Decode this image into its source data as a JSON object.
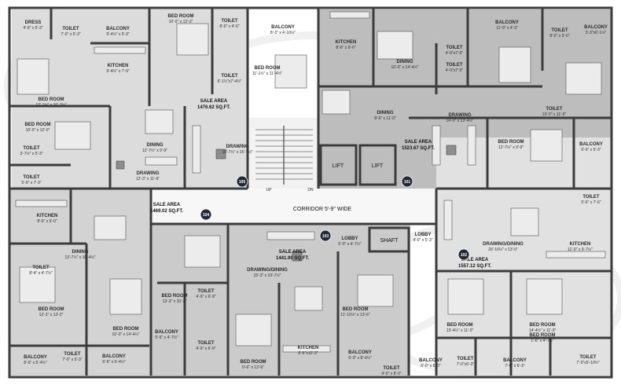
{
  "units": [
    {
      "no": "105",
      "area": "1476.62 SQ.FT."
    },
    {
      "no": "101",
      "area": "1523.67 SQ.FT."
    },
    {
      "no": "104",
      "area": "1469.02 SQ.FT."
    },
    {
      "no": "103",
      "area": "1441.90 SQ.FT."
    },
    {
      "no": "102",
      "area": "1557.12 SQ.FT."
    }
  ],
  "sale_area_label": "SALE AREA",
  "core": {
    "corridor": "CORRIDOR 5'-9\" WIDE",
    "lift_a": "LIFT",
    "lift_b": "LIFT",
    "shaft": "SHAFT",
    "up": "UP",
    "dn": "DN"
  },
  "rooms": [
    {
      "label": "DRESS",
      "dim": "4'-9\" x 5'-3\""
    },
    {
      "label": "TOILET",
      "dim": "7'-0\" x 5'-3\""
    },
    {
      "label": "BALCONY",
      "dim": "9'-4½\" x 5'-3\""
    },
    {
      "label": "BED ROOM",
      "dim": "10'-0\" x 12'-3\""
    },
    {
      "label": "TOILET",
      "dim": "8'-0\" x 4'-6\""
    },
    {
      "label": "BALCONY",
      "dim": "8'-3\" x 4'-10½\""
    },
    {
      "label": "KITCHEN",
      "dim": "8'-6\" x 9'-6\""
    },
    {
      "label": "DINING",
      "dim": "10'-6\" x 14'-4½\""
    },
    {
      "label": "BALCONY",
      "dim": "11'-9\" x 4'-3\""
    },
    {
      "label": "TOILET",
      "dim": "8'-0\" x 5'-0\""
    },
    {
      "label": "BALCONY",
      "dim": "5'-3\"x6'-1½\""
    },
    {
      "label": "KITCHEN",
      "dim": "9'-4½\" x 7'-9\""
    },
    {
      "label": "TOILET",
      "dim": "4'-9\"x7'-0\""
    },
    {
      "label": "BED ROOM",
      "dim": "11'-1½\" x 11'-4½\""
    },
    {
      "label": "TOILET",
      "dim": "4'-9\"x7'-0\""
    },
    {
      "label": "BED ROOM",
      "dim": "12'-1½\" x 10'-7½\""
    },
    {
      "label": "TOILET",
      "dim": "6'-1½\"x7'-4½\""
    },
    {
      "label": "DINING",
      "dim": "8'-6\" x 11'-0\""
    },
    {
      "label": "DRAWING",
      "dim": "14'-0\" x 13'-4½\""
    },
    {
      "label": "TOILET",
      "dim": "10'-0\" x 11'-9\""
    },
    {
      "label": "BED ROOM",
      "dim": "10'-0\" x 12'-0\""
    },
    {
      "label": "DINING",
      "dim": "12'-7½\" x 9'-9\""
    },
    {
      "label": "DRAWING",
      "dim": "10'-7½\" x 15'-7½\""
    },
    {
      "label": "TOILET",
      "dim": "3'-7½\" x 5'-3\""
    },
    {
      "label": "BED ROOM",
      "dim": "12'-7½\" x 9'-9\""
    },
    {
      "label": "BALCONY",
      "dim": "6'-9\" x 5'-3\""
    },
    {
      "label": "TOILET",
      "dim": "5'-0\" x 7'-3\""
    },
    {
      "label": "DRAWING",
      "dim": "12'-3\" x 11'-6\""
    },
    {
      "label": "KITCHEN",
      "dim": "8'-9\" x 9'-0\""
    },
    {
      "label": "TOILET",
      "dim": "5'-6\" x 7'-6\""
    },
    {
      "label": "DINING",
      "dim": "13'-7½\" x 10'-4½\""
    },
    {
      "label": "LOBBY",
      "dim": "5'-0\" x 4'-7½\""
    },
    {
      "label": "LOBBY",
      "dim": "4'-0\" x 5'-3\""
    },
    {
      "label": "DRAWING/DINING",
      "dim": "15'-3\" x 10'-7½\""
    },
    {
      "label": "DRAWING/DINING",
      "dim": "20'-10½\" x 13'-0\""
    },
    {
      "label": "KITCHEN",
      "dim": "11'-0\" x 9'-7½\""
    },
    {
      "label": "TOILET",
      "dim": "8'-4\" x 4'-7½\""
    },
    {
      "label": "BED ROOM",
      "dim": "12'-3\" x 13'-3\""
    },
    {
      "label": "BED ROOM",
      "dim": "13'-3\" x 10'-3\""
    },
    {
      "label": "BED ROOM",
      "dim": "11'-10½\" x 13'-6\""
    },
    {
      "label": "TOILET",
      "dim": "4'-9\" x 6'-9\""
    },
    {
      "label": "BED ROOM",
      "dim": "10'-0\" x 14'-4½\""
    },
    {
      "label": "BALCONY",
      "dim": "5'-6\" x 4'-7½\""
    },
    {
      "label": "TOILET",
      "dim": "4'-9\" x 6'-9\""
    },
    {
      "label": "BED ROOM",
      "dim": "9'-6\" x 13'-6\""
    },
    {
      "label": "KITCHEN",
      "dim": "8'-6\"x10'-3\""
    },
    {
      "label": "BALCONY",
      "dim": "6'-9\" x 8'-4½\""
    },
    {
      "label": "BED ROOM",
      "dim": "13'-4½\" x 11'-0\""
    },
    {
      "label": "BED ROOM",
      "dim": "14'-4½\" x 11'-0\""
    },
    {
      "label": "BALCONY",
      "dim": "8'-6\" x 5'-4½\""
    },
    {
      "label": "TOILET",
      "dim": "7'-0\" x 5'-3\""
    },
    {
      "label": "BALCONY",
      "dim": "6'-6\" x 5'-4½\""
    },
    {
      "label": "TOILET",
      "dim": "4'-9\" x 8'-0\""
    },
    {
      "label": "BALCONY",
      "dim": "6'-0\" x 6'-3\""
    },
    {
      "label": "TOILET",
      "dim": "7'-0\"x5'-3\""
    },
    {
      "label": "BALCONY",
      "dim": "7'-0\" x 6'-3\""
    },
    {
      "label": "TOILET",
      "dim": "7'-0\"x5'-10½\""
    },
    {
      "label": "BED ROOM",
      "dim": "1'-6\" x 4'-7½\""
    }
  ],
  "colors": {
    "unit_light": "#d9d9d9",
    "unit_mid": "#c8c8c8",
    "unit_dark": "#b7b7b7",
    "wall": "#3c3c3c",
    "badge": "#1f2a36"
  }
}
